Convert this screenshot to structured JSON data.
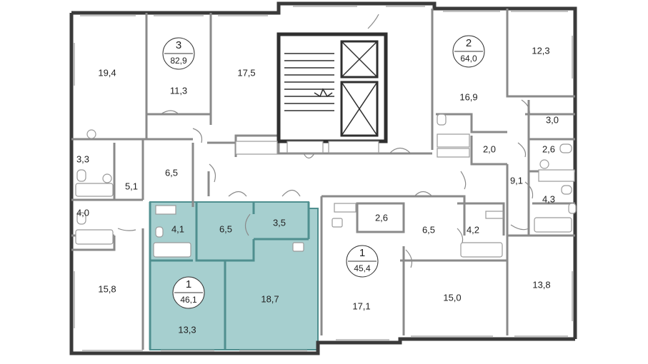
{
  "colors": {
    "wall": "#3a3a3a",
    "thin_wall": "#8a8a8a",
    "highlight": "#a6cfcf",
    "highlight_wall": "#4f8f8f",
    "fixture": "#9a9a9a",
    "background": "#ffffff"
  },
  "apartments": [
    {
      "rooms": "3",
      "area": "82,9"
    },
    {
      "rooms": "2",
      "area": "64,0"
    },
    {
      "rooms": "1",
      "area": "45,4"
    },
    {
      "rooms": "1",
      "area": "46,1",
      "highlighted": true
    }
  ],
  "room_areas": [
    "19,4",
    "11,3",
    "17,5",
    "12,3",
    "16,9",
    "3,0",
    "2,0",
    "2,6",
    "3,3",
    "6,5",
    "5,1",
    "9,1",
    "4,3",
    "4,0",
    "4,1",
    "6,5",
    "3,5",
    "2,6",
    "6,5",
    "4,2",
    "15,8",
    "18,7",
    "17,1",
    "15,0",
    "13,8",
    "13,3"
  ],
  "icons": [
    "bathtub-icon",
    "toilet-icon",
    "sink-icon",
    "elevator-icon",
    "stairs-icon",
    "door-swing-icon",
    "window-icon"
  ]
}
